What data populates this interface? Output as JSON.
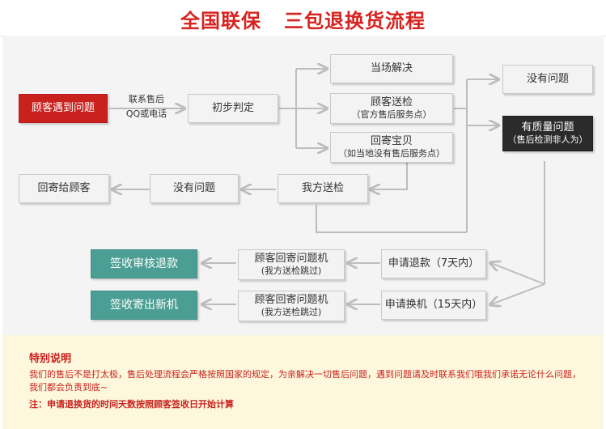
{
  "title": "全国联保   三包退换货流程",
  "nodes": {
    "customer_problem": "顾客遇到问题",
    "initial_judgment": "初步判定",
    "onsite_solve": "当场解决",
    "customer_inspect": {
      "main": "顾客送检",
      "sub": "（官方售后服务点）"
    },
    "mail_back": {
      "main": "回寄宝贝",
      "sub": "（如当地没有售后服务点）"
    },
    "no_problem_right": "没有问题",
    "quality_problem": {
      "main": "有质量问题",
      "sub": "（售后检测非人为）"
    },
    "our_inspect": "我方送检",
    "no_problem_left": "没有问题",
    "return_to_customer": "回寄给顾客",
    "apply_refund": "申请退款（7天内）",
    "apply_exchange": "申请换机（15天内）",
    "mail_back_refund": {
      "main": "顾客回寄问题机",
      "sub": "(我方送检跳过)"
    },
    "mail_back_exchange": {
      "main": "顾客回寄问题机",
      "sub": "(我方送检跳过)"
    },
    "sign_refund": "签收审核退款",
    "sign_new": "签收寄出新机"
  },
  "contact_label": {
    "line1": "联系售后",
    "line2": "QQ或电话"
  },
  "notes": {
    "title": "特别说明",
    "body": "我们的售后不是打太极，售后处理流程会严格按照国家的规定，为亲解决一切售后问题，遇到问题请及时联系我们哦我们承诺无论什么问题，我们都会负责到底~",
    "footer": "注：申请退换货的时间天数按照顾客签收日开始计算"
  },
  "colors": {
    "title_red": "#d7231f",
    "start_red": "#c9211e",
    "quality_dark": "#2b2b2b",
    "end_teal": "#4a9e93",
    "arrow_gray": "#bdbdbd",
    "notes_bg": "#fdf8dd"
  }
}
